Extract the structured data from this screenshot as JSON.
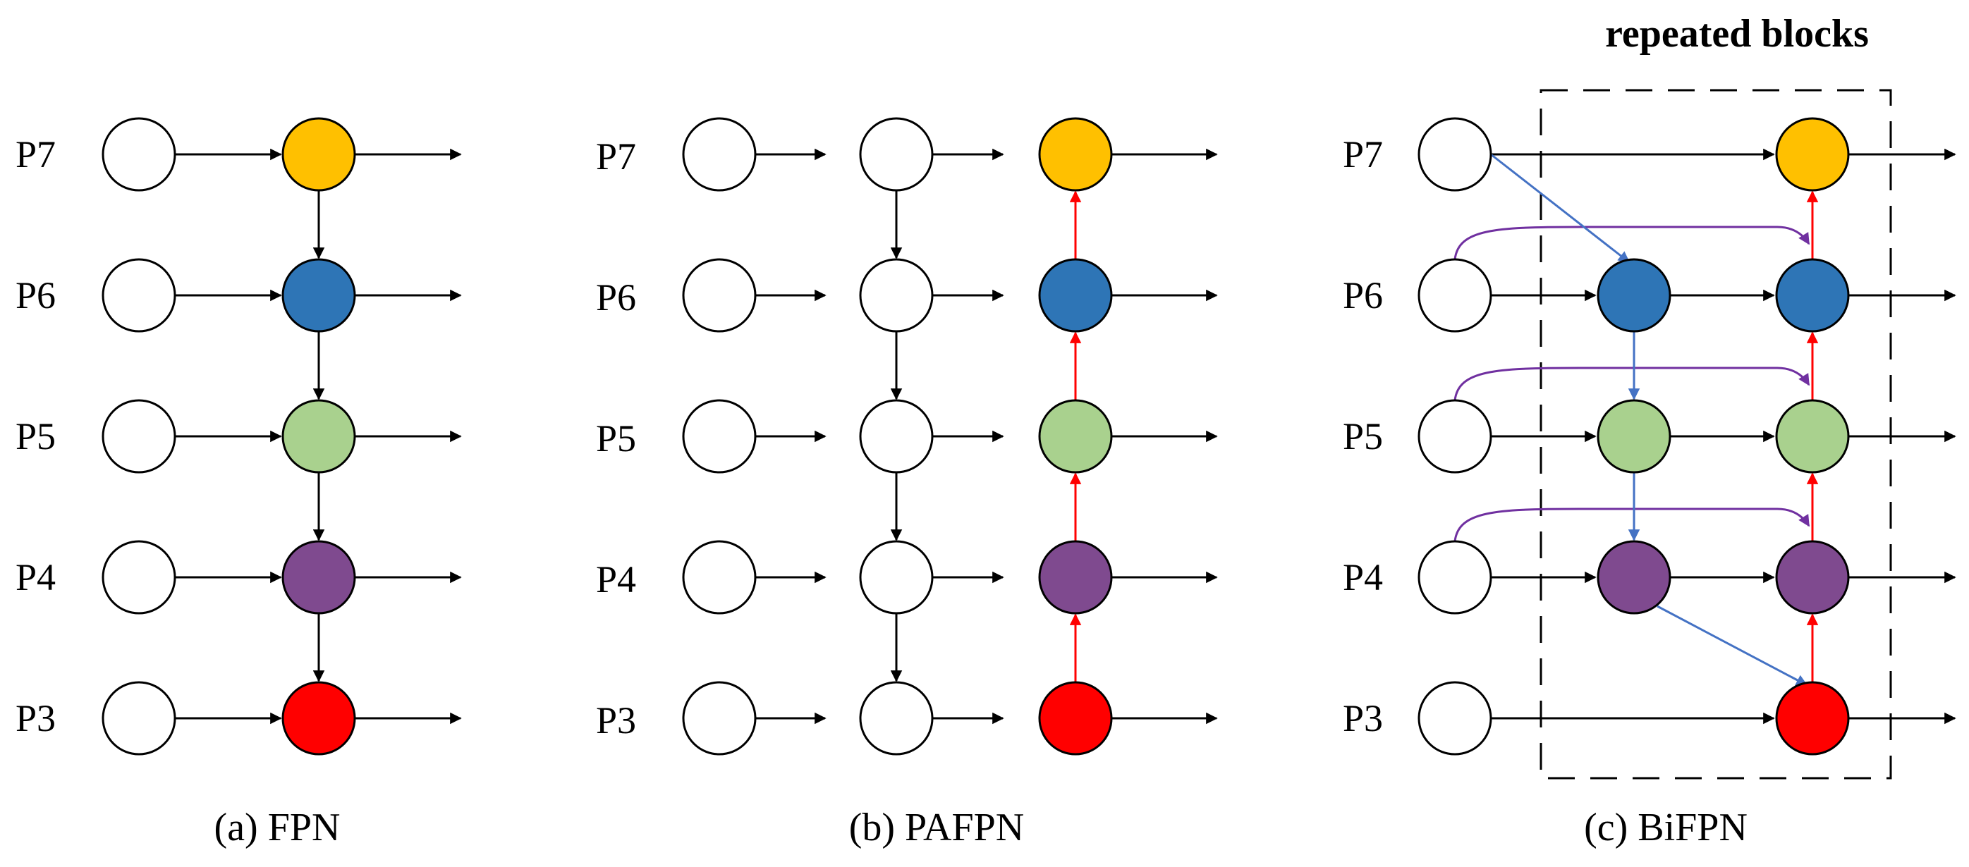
{
  "colors": {
    "p7": "#ffc000",
    "p6": "#2e75b6",
    "p5": "#a9d18e",
    "p4": "#7f4a8f",
    "p3": "#ff0000",
    "input": "#ffffff",
    "edge_default": "#000000",
    "edge_bottom_up": "#ff0000",
    "edge_cross_scale": "#4472c4",
    "edge_skip": "#7030a0"
  },
  "levels": [
    "P7",
    "P6",
    "P5",
    "P4",
    "P3"
  ],
  "panels": [
    {
      "id": "fpn",
      "caption": "(a) FPN"
    },
    {
      "id": "pafpn",
      "caption": "(b) PAFPN"
    },
    {
      "id": "bifpn",
      "caption": "(c) BiFPN",
      "box_title": "repeated blocks"
    }
  ]
}
